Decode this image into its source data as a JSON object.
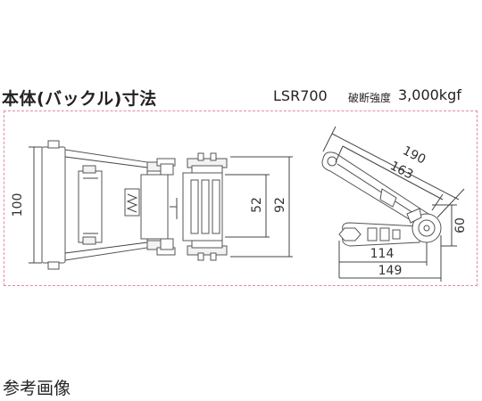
{
  "header": {
    "title": "本体(バックル)寸法",
    "model": "LSR700",
    "strength_label": "破断強度",
    "strength_value": "3,000kgf"
  },
  "dimensions": {
    "front_height": "100",
    "inner_width": "52",
    "outer_width": "92",
    "side_length_outer": "190",
    "side_length_inner": "163",
    "side_height": "60",
    "base_length_inner": "114",
    "base_length_outer": "149"
  },
  "footer": {
    "caption": "参考画像"
  }
}
